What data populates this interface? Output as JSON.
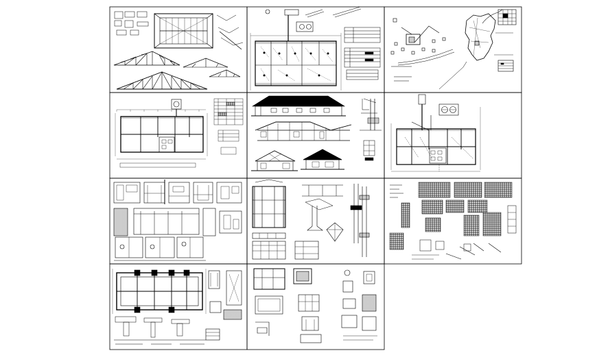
{
  "sheet": {
    "background": "#ffffff",
    "line_color": "#000000",
    "grid": {
      "rows": 4,
      "columns": 3,
      "filled_cells": 11
    }
  },
  "panels": [
    {
      "id": "roof-framing-and-trusses",
      "row": 0,
      "col": 0
    },
    {
      "id": "electrical-plan",
      "row": 0,
      "col": 1
    },
    {
      "id": "location-site-map",
      "row": 0,
      "col": 2
    },
    {
      "id": "architectural-floor-plan",
      "row": 1,
      "col": 0
    },
    {
      "id": "elevations-and-sections",
      "row": 1,
      "col": 1
    },
    {
      "id": "plumbing-plan",
      "row": 1,
      "col": 2
    },
    {
      "id": "interior-elevations",
      "row": 2,
      "col": 0
    },
    {
      "id": "structural-details",
      "row": 2,
      "col": 1
    },
    {
      "id": "carpentry-details",
      "row": 2,
      "col": 2
    },
    {
      "id": "foundation-plan",
      "row": 3,
      "col": 0
    },
    {
      "id": "foundation-details",
      "row": 3,
      "col": 1
    }
  ]
}
